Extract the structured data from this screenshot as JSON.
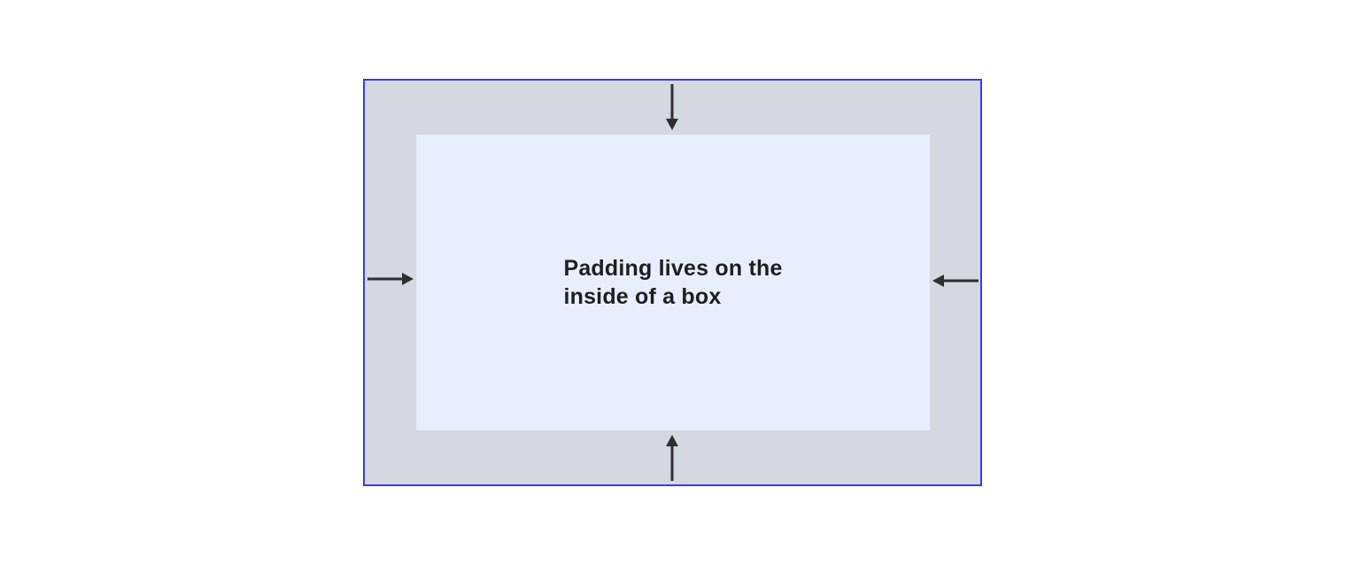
{
  "figure": {
    "caption": "Padding lives on the\ninside of a box"
  },
  "colors": {
    "canvas": "#ffffff",
    "box-border": "#3a3af2",
    "padding-area": "#d3d8e1",
    "content-area": "#e8eefb",
    "arrow": "#2e2e2e",
    "text": "#1f1f1f"
  },
  "arrows": [
    {
      "side": "top",
      "direction": "down"
    },
    {
      "side": "right",
      "direction": "left"
    },
    {
      "side": "bottom",
      "direction": "up"
    },
    {
      "side": "left",
      "direction": "right"
    }
  ]
}
